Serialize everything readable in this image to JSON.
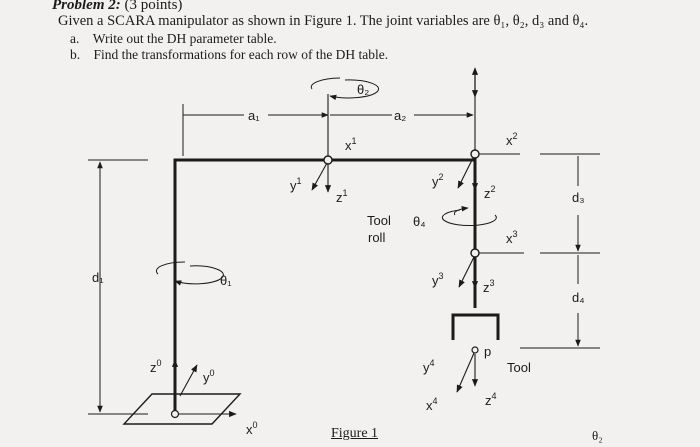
{
  "problem": {
    "title": "Problem 2:",
    "points": "(3 points)",
    "intro": "Given a SCARA manipulator as shown in Figure 1. The joint variables are θ₁, θ₂, d₃ and θ₄.",
    "parts": [
      {
        "letter": "a.",
        "text": "Write out the DH parameter table."
      },
      {
        "letter": "b.",
        "text": "Find the transformations for each row of the DH table."
      }
    ]
  },
  "figure": {
    "caption": "Figure 1",
    "labels": {
      "theta2": "θ₂",
      "theta1": "θ₁",
      "theta4": "θ₄",
      "a1": "a₁",
      "a2": "a₂",
      "d1": "d₁",
      "d3": "d₃",
      "d4": "d₄",
      "tool_roll_1": "Tool",
      "tool_roll_2": "roll",
      "tool": "Tool",
      "p": "p",
      "x0": "x",
      "x0_sup": "0",
      "y0": "y",
      "y0_sup": "0",
      "z0": "z",
      "z0_sup": "0",
      "x1": "x",
      "x1_sup": "1",
      "y1": "y",
      "y1_sup": "1",
      "z1": "z",
      "z1_sup": "1",
      "x2": "x",
      "x2_sup": "2",
      "y2": "y",
      "y2_sup": "2",
      "z2": "z",
      "z2_sup": "2",
      "x3": "x",
      "x3_sup": "3",
      "y3": "y",
      "y3_sup": "3",
      "z3": "z",
      "z3_sup": "3",
      "x4": "x",
      "x4_sup": "4",
      "y4": "y",
      "y4_sup": "4",
      "z4": "z",
      "z4_sup": "4"
    },
    "corner_text": "θ₂"
  }
}
